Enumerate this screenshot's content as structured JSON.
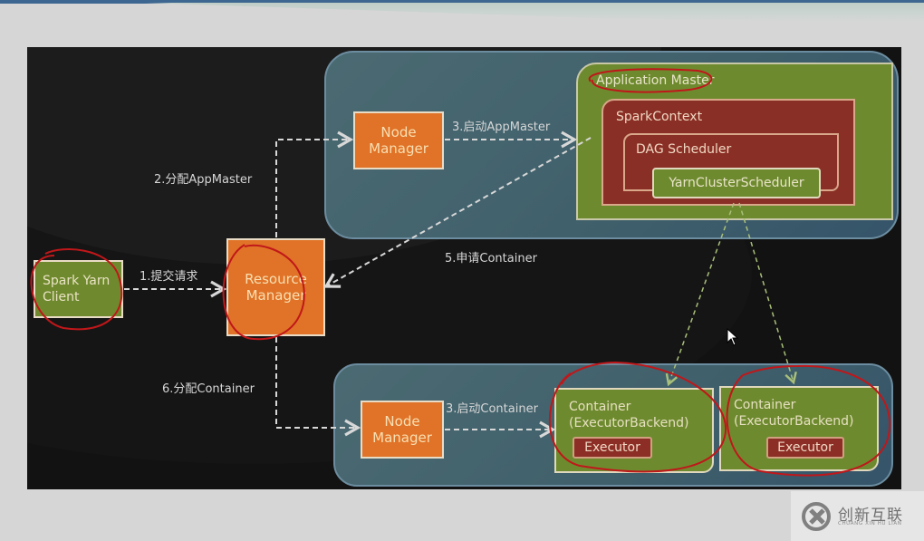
{
  "diagram": {
    "nodes": {
      "client": "Spark Yarn\nClient",
      "resource_manager": "Resource\nManager",
      "node_manager_top": "Node\nManager",
      "node_manager_bottom": "Node\nManager",
      "application_master": "Application Master",
      "spark_context": "SparkContext",
      "dag_scheduler": "DAG Scheduler",
      "yarn_cluster_scheduler": "YarnClusterScheduler",
      "container_1": "Container\n(ExecutorBackend)",
      "container_2": "Container\n(ExecutorBackend)",
      "executor_1": "Executor",
      "executor_2": "Executor"
    },
    "edges": {
      "step1": "1.提交请求",
      "step2": "2.分配AppMaster",
      "step3a": "3.启动AppMaster",
      "step5": "5.申请Container",
      "step6": "6.分配Container",
      "step3b": "3.启动Container"
    },
    "colors": {
      "orange": "#e07327",
      "green": "#6f8a2e",
      "dark_red": "#8c2e25",
      "panel": "#46656f",
      "annotation": "#c0171a"
    }
  },
  "watermark": {
    "text_cn": "创新互联",
    "text_en": "CHUANG XIN HU LIAN"
  }
}
